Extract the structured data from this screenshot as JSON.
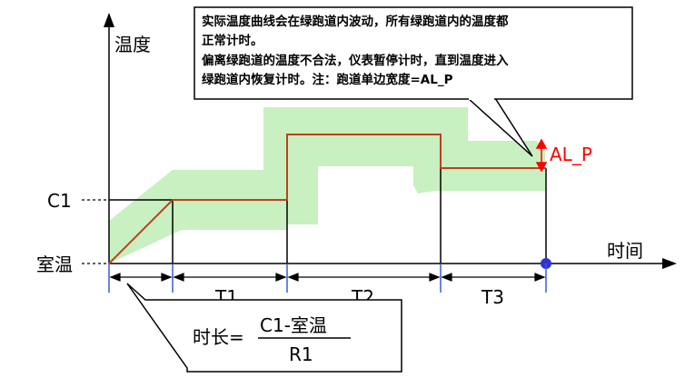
{
  "axes": {
    "y_label": "温度",
    "x_label": "时间",
    "c1_label": "C1",
    "room_label": "室温"
  },
  "intervals": {
    "t1": "T1",
    "t2": "T2",
    "t3": "T3"
  },
  "band_label": "AL_P",
  "note": {
    "line1": "实际温度曲线会在绿跑道内波动，所有绿跑道内的温度都",
    "line2": "正常计时。",
    "line3": "偏离绿跑道的温度不合法，仪表暂停计时，直到温度进入",
    "line4": "绿跑道内恢复计时。注：跑道单边宽度=AL_P"
  },
  "formula": {
    "lhs": "时长=",
    "numerator": "C1-室温",
    "denominator": "R1"
  },
  "colors": {
    "band": "#c8f0c0",
    "band_edge": "#9ed89a",
    "profile": "#c0401a",
    "axis": "#000000",
    "marker": "#3333cc",
    "annotation": "#ff0000"
  }
}
